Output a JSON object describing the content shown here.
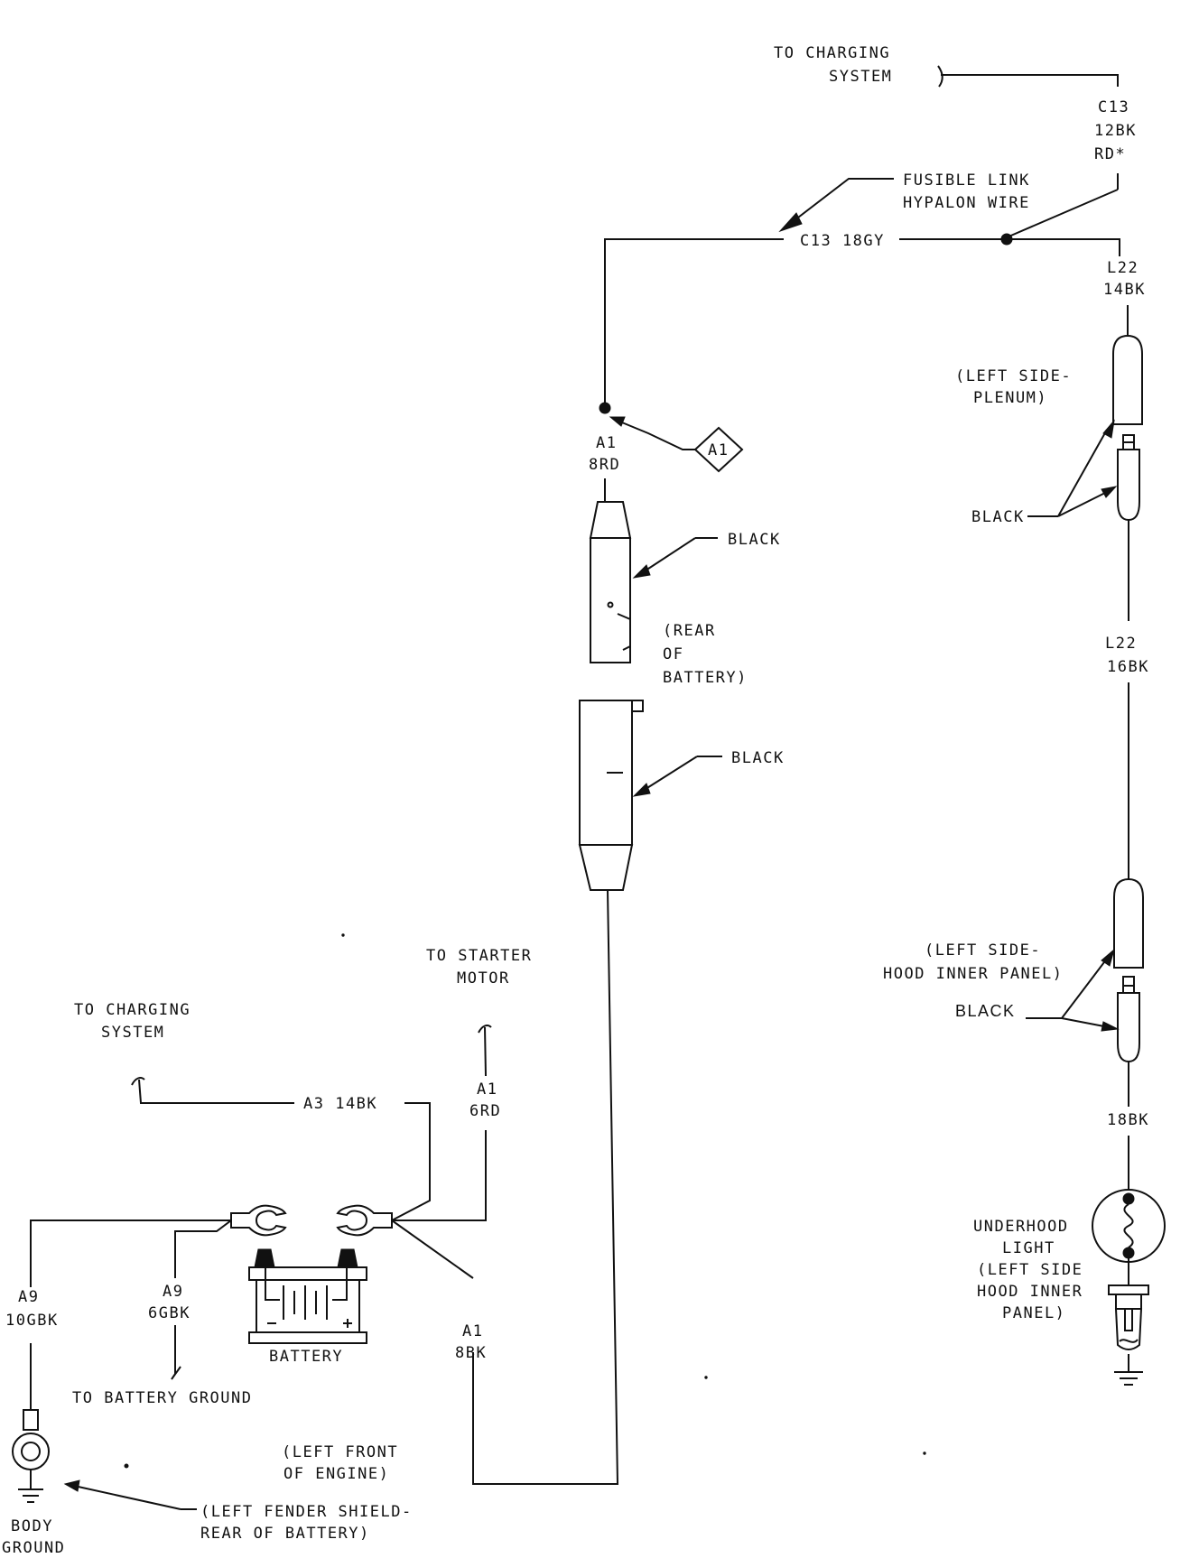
{
  "labels": {
    "to_charging_system_top_1": "TO CHARGING",
    "to_charging_system_top_2": "SYSTEM",
    "c13_code": "C13",
    "c13_gauge": "12BK",
    "c13_color": "RD*",
    "fusible_link_1": "FUSIBLE LINK",
    "fusible_link_2": "HYPALON WIRE",
    "c13_18gy": "C13 18GY",
    "l22_top_code": "L22",
    "l22_top_gauge": "14BK",
    "left_side_plenum_1": "(LEFT SIDE-",
    "left_side_plenum_2": "PLENUM)",
    "black_plenum": "BLACK",
    "a1_top_code": "A1",
    "a1_top_gauge": "8RD",
    "a1_diamond": "A1",
    "black_upper": "BLACK",
    "rear_of_battery_1": "(REAR",
    "rear_of_battery_2": "OF",
    "rear_of_battery_3": "BATTERY)",
    "black_lower": "BLACK",
    "l22_mid_code": "L22",
    "l22_mid_gauge": "16BK",
    "to_starter_motor_1": "TO STARTER",
    "to_starter_motor_2": "MOTOR",
    "to_charging_system_left_1": "TO CHARGING",
    "to_charging_system_left_2": "SYSTEM",
    "left_side_hood_1": "(LEFT SIDE-",
    "left_side_hood_2": "HOOD INNER PANEL)",
    "black_hood": "BLACK",
    "a3_14bk": "A3 14BK",
    "a1_6rd_code": "A1",
    "a1_6rd_gauge": "6RD",
    "gauge_18bk": "18BK",
    "a9_left_code": "A9",
    "a9_left_gauge": "10GBK",
    "a9_mid_code": "A9",
    "a9_mid_gauge": "6GBK",
    "battery": "BATTERY",
    "a1_8bk_code": "A1",
    "a1_8bk_gauge": "8BK",
    "underhood_light_1": "UNDERHOOD",
    "underhood_light_2": "LIGHT",
    "underhood_light_3": "(LEFT SIDE",
    "underhood_light_4": "HOOD INNER",
    "underhood_light_5": "PANEL)",
    "to_battery_ground": "TO BATTERY GROUND",
    "left_front_engine_1": "(LEFT FRONT",
    "left_front_engine_2": "OF ENGINE)",
    "left_fender_1": "(LEFT FENDER SHIELD-",
    "left_fender_2": "REAR OF BATTERY)",
    "body_ground_1": "BODY",
    "body_ground_2": "GROUND"
  }
}
